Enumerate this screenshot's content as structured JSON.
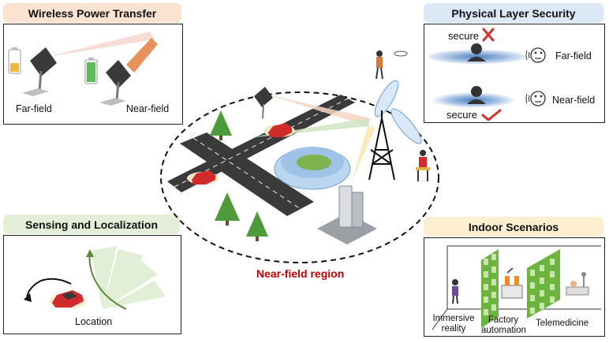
{
  "panels": {
    "wpt": {
      "title": "Wireless Power Transfer",
      "far_label": "Far-field",
      "near_label": "Near-field"
    },
    "pls": {
      "title": "Physical Layer Security",
      "secure_top": "secure",
      "secure_bottom": "secure",
      "far_label": "Far-field",
      "near_label": "Near-field"
    },
    "sensing": {
      "title": "Sensing and Localization",
      "location_label": "Location"
    },
    "indoor": {
      "title": "Indoor Scenarios",
      "immersive_label": "Immersive reality",
      "factory_label": "Factory automation",
      "tele_label": "Telemedicine"
    }
  },
  "center": {
    "region_label": "Near-field region"
  },
  "colors": {
    "tab_orange": "#fbe3d2",
    "tab_blue": "#dbe8f6",
    "tab_green": "#e3efd9",
    "tab_yellow": "#fdefcf",
    "region_red": "#c00000",
    "beam_blue": "#6a9fd8",
    "beam_green": "#b7dba0",
    "check_red": "#d9302a"
  }
}
